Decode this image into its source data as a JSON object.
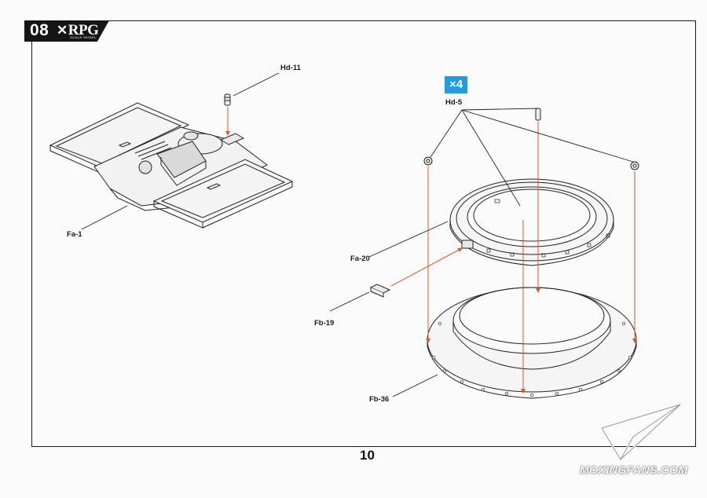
{
  "header": {
    "step_number": "08",
    "brand_mark": "✕",
    "brand_name": "RPG",
    "brand_subtitle": "SCALE MODEL"
  },
  "parts": {
    "hd11": "Hd-11",
    "fa1": "Fa-1",
    "hd5": "Hd-5",
    "fa20": "Fa-20",
    "fb19": "Fb-19",
    "fb36": "Fb-36"
  },
  "quantity": {
    "label": "×4"
  },
  "footer": {
    "page_number": "10"
  },
  "watermark": {
    "text": "MOXINGFANS.COM"
  },
  "colors": {
    "frame": "#1a1a1a",
    "badge_blue": "#1f9de0",
    "assembly_arrow": "#e0562a"
  }
}
